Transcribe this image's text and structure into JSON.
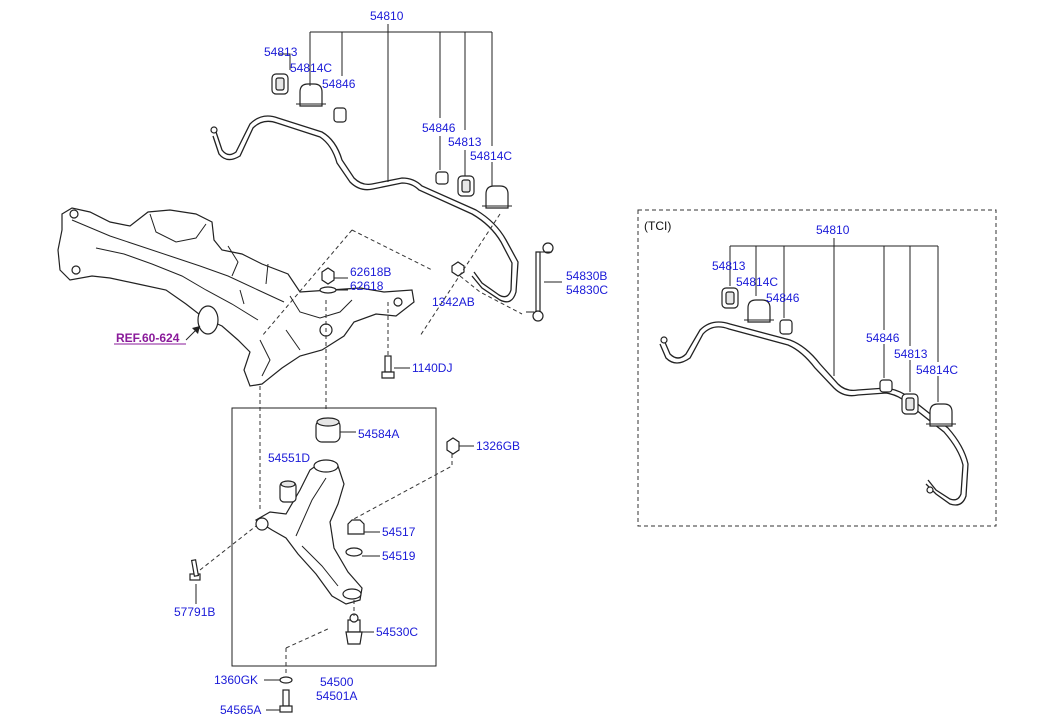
{
  "labels": {
    "p54810_top": "54810",
    "p54813_top": "54813",
    "p54814c_top": "54814C",
    "p54846_top": "54846",
    "p54846_mid": "54846",
    "p54813_mid": "54813",
    "p54814c_mid": "54814C",
    "p62618b": "62618B",
    "p62618": "62618",
    "p1342ab": "1342AB",
    "p54830b": "54830B",
    "p54830c": "54830C",
    "ref": "REF.60-624",
    "p1140dj": "1140DJ",
    "p54584a": "54584A",
    "p1326gb": "1326GB",
    "p54551d": "54551D",
    "p54517": "54517",
    "p54519": "54519",
    "p57791b": "57791B",
    "p54530c": "54530C",
    "p1360gk": "1360GK",
    "p54500": "54500",
    "p54501a": "54501A",
    "p54565a": "54565A",
    "tci_title": "(TCI)",
    "tci_54810": "54810",
    "tci_54813_a": "54813",
    "tci_54814c_a": "54814C",
    "tci_54846_a": "54846",
    "tci_54846_b": "54846",
    "tci_54813_b": "54813",
    "tci_54814c_b": "54814C"
  }
}
